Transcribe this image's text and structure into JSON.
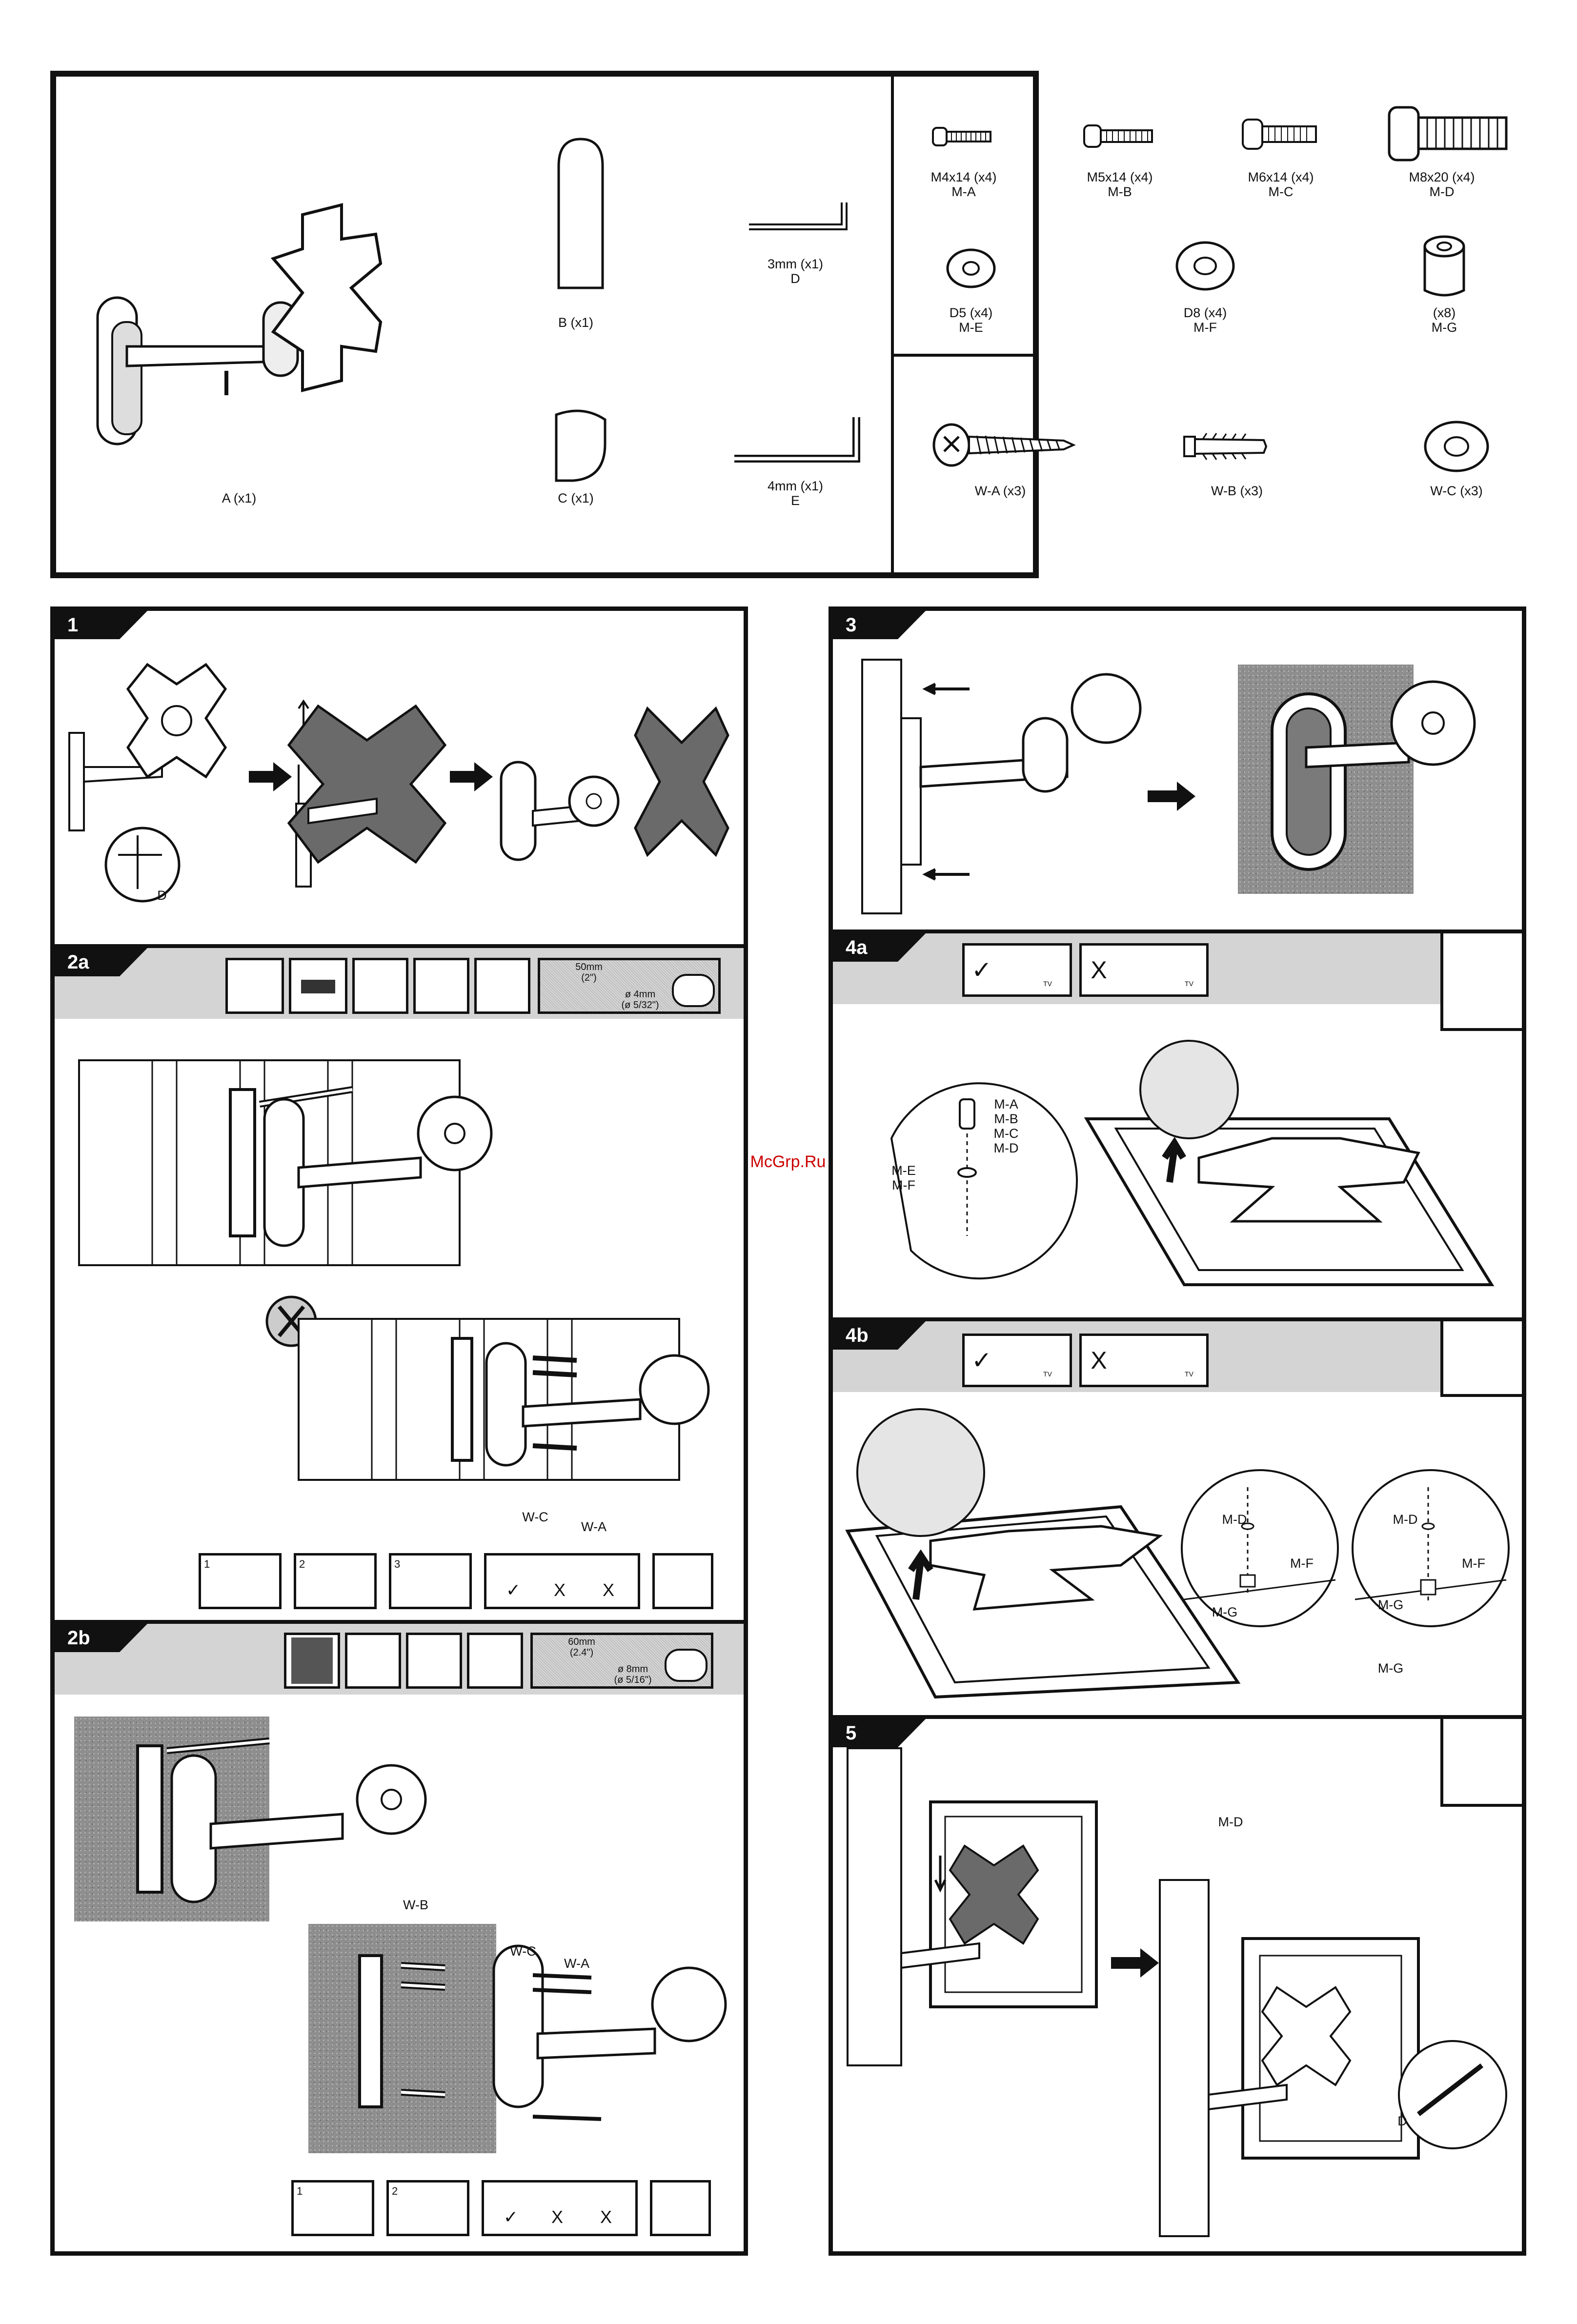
{
  "parts": {
    "bracket": "A (x1)",
    "b": "B (x1)",
    "c": "C (x1)",
    "d_line1": "3mm (x1)",
    "d_line2": "D",
    "e_line1": "4mm (x1)",
    "e_line2": "E",
    "ma_1": "M4x14 (x4)",
    "ma_2": "M-A",
    "mb_1": "M5x14 (x4)",
    "mb_2": "M-B",
    "mc_1": "M6x14 (x4)",
    "mc_2": "M-C",
    "md_1": "M8x20 (x4)",
    "md_2": "M-D",
    "me_1": "D5 (x4)",
    "me_2": "M-E",
    "mf_1": "D8 (x4)",
    "mf_2": "M-F",
    "mg_1": "(x8)",
    "mg_2": "M-G",
    "wa": "W-A (x3)",
    "wb": "W-B (x3)",
    "wc": "W-C (x3)"
  },
  "steps": {
    "s1": "1",
    "s2a": "2a",
    "s2b": "2b",
    "s3": "3",
    "s4a": "4a",
    "s4b": "4b",
    "s5": "5"
  },
  "step1": {
    "d": "D"
  },
  "step2a": {
    "depth": "50mm",
    "depth_in": "(2\")",
    "bit": "ø 4mm",
    "bit_in": "(ø 5/32\")",
    "wc": "W-C",
    "wa": "W-A",
    "sub1": "1",
    "sub2": "2",
    "sub3": "3"
  },
  "step2b": {
    "depth": "60mm",
    "depth_in": "(2.4\")",
    "bit": "ø 8mm",
    "bit_in": "(ø 5/16\")",
    "wb": "W-B",
    "wc": "W-C",
    "wa": "W-A",
    "sub1": "1",
    "sub2": "2"
  },
  "step4a": {
    "ma": "M-A",
    "mb": "M-B",
    "mc": "M-C",
    "md": "M-D",
    "me": "M-E",
    "mf": "M-F"
  },
  "step4b": {
    "md1": "M-D",
    "mf1": "M-F",
    "mg1": "M-G",
    "md2": "M-D",
    "mf2": "M-F",
    "mg2": "M-G",
    "mg3": "M-G"
  },
  "step5": {
    "d": "D"
  },
  "symbols": {
    "check": "✓",
    "cross": "X",
    "tv": "TV"
  },
  "watermark": "McGrp.Ru"
}
